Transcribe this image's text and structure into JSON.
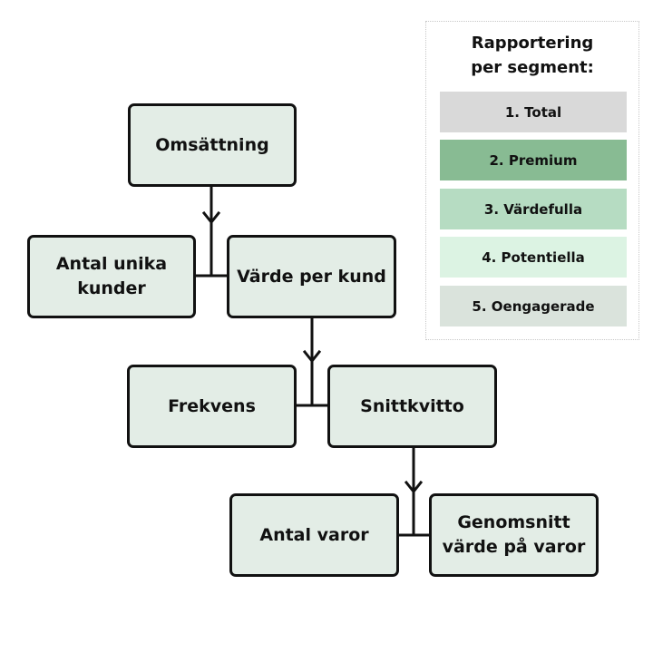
{
  "nodes": {
    "omsattning": "Omsättning",
    "antal_unika_kunder_line1": "Antal unika",
    "antal_unika_kunder_line2": "kunder",
    "varde_per_kund": "Värde per kund",
    "frekvens": "Frekvens",
    "snittkvitto": "Snittkvitto",
    "antal_varor": "Antal varor",
    "genomsnitt_line1": "Genomsnitt",
    "genomsnitt_line2": "värde på varor"
  },
  "legend": {
    "title_line1": "Rapportering",
    "title_line2": "per segment:",
    "items": [
      {
        "label": "1. Total",
        "color": "#d9d9d9"
      },
      {
        "label": "2. Premium",
        "color": "#88bb93"
      },
      {
        "label": "3. Värdefulla",
        "color": "#b6dcc2"
      },
      {
        "label": "4. Potentiella",
        "color": "#dcf3e3"
      },
      {
        "label": "5. Oengagerade",
        "color": "#dae3dc"
      }
    ]
  },
  "colors": {
    "node_fill": "#e3ede6",
    "stroke": "#111111"
  }
}
